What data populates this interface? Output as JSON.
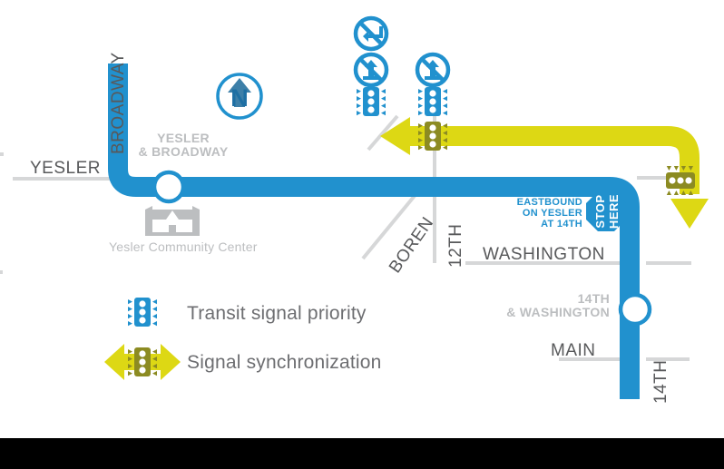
{
  "diagram": {
    "title": "Yesler corridor transit signal improvements map",
    "colors": {
      "transit_blue": "#2191ce",
      "signal_yellow": "#ddd814",
      "signal_olive": "#8c8b22",
      "street_gray": "#58595b",
      "faint_gray": "#bcbec0",
      "legend_gray": "#6d6e71",
      "grid_line": "#d6d7d8",
      "footer_black": "#000000"
    }
  },
  "streets": {
    "yesler": "YESLER",
    "broadway": "BROADWAY",
    "boren": "BOREN",
    "twelfth": "12TH",
    "washington": "WASHINGTON",
    "main": "MAIN",
    "fourteenth": "14TH"
  },
  "stations": [
    {
      "name": "yesler-and-broadway",
      "line1": "YESLER",
      "line2": "& BROADWAY"
    },
    {
      "name": "fourteenth-and-washington",
      "line1": "14TH",
      "line2": "& WASHINGTON"
    }
  ],
  "landmark": {
    "label": "Yesler Community Center",
    "icon": "building-icon"
  },
  "compass": {
    "letter": "N",
    "icon": "north-arrow-icon"
  },
  "callout": {
    "line1": "EASTBOUND",
    "line2": "ON YESLER",
    "line3": "AT 14TH",
    "sign_line1": "STOP",
    "sign_line2": "HERE",
    "sign_icon": "stop-sign-icon"
  },
  "turn_restrictions": [
    {
      "name": "no-left-turn-icon",
      "label": "no left turn"
    },
    {
      "name": "no-through-movement-icon-boren",
      "label": "no through movement"
    },
    {
      "name": "no-through-movement-icon-12th",
      "label": "no through movement"
    }
  ],
  "signals": [
    {
      "name": "tsp-signal-boren",
      "type": "transit-signal-priority",
      "orientation": "vertical"
    },
    {
      "name": "tsp-signal-12th",
      "type": "transit-signal-priority",
      "orientation": "vertical"
    },
    {
      "name": "sync-signal-yesler",
      "type": "signal-synchronization",
      "orientation": "vertical"
    },
    {
      "name": "sync-signal-14th",
      "type": "signal-synchronization",
      "orientation": "horizontal"
    }
  ],
  "legend": {
    "items": [
      {
        "icon": "transit-signal-priority-icon",
        "label": "Transit signal priority"
      },
      {
        "icon": "signal-synchronization-icon",
        "label": "Signal synchronization"
      }
    ]
  },
  "chart_data": {
    "type": "diagram",
    "title": "Yesler corridor transit signal improvements",
    "routes": [
      {
        "name": "transit-route",
        "color": "#2191ce",
        "path": "Broadway south to Yesler, east on Yesler to 14th, south on 14th past Washington and Main"
      },
      {
        "name": "signal-sync-corridor",
        "color": "#ddd814",
        "path": "Westbound on Yesler from 14th, turning south on 14th"
      }
    ],
    "nodes": [
      "Yesler & Broadway",
      "Boren",
      "12th",
      "14th & Washington",
      "Main"
    ]
  }
}
